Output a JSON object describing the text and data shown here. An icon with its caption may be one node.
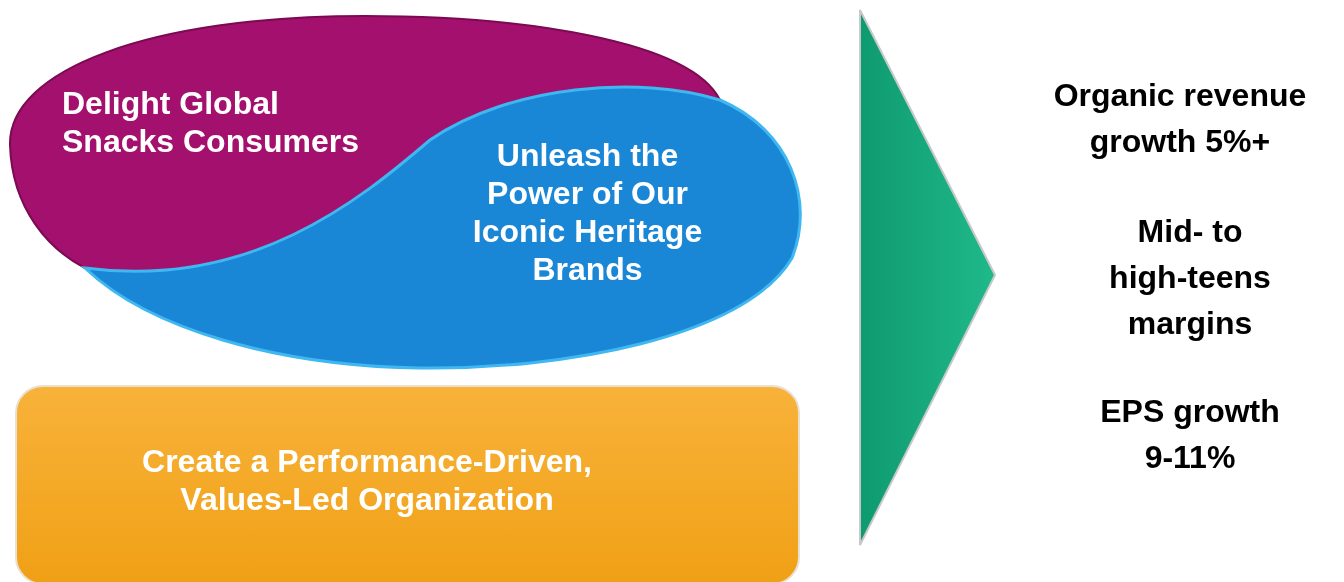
{
  "diagram": {
    "nodes": [
      {
        "text": [
          "Delight Global Snacks Consumers"
        ]
      },
      {
        "text": [
          "Unleash the Power of Our Iconic Heritage Brands"
        ]
      },
      {
        "text": [
          "Create a Performance-Driven, Values-Led Organization"
        ]
      }
    ],
    "labels": [
      "Organic revenue growth 5%+",
      "Mid- to high-teens margins",
      "EPS growth 9-11%"
    ]
  }
}
